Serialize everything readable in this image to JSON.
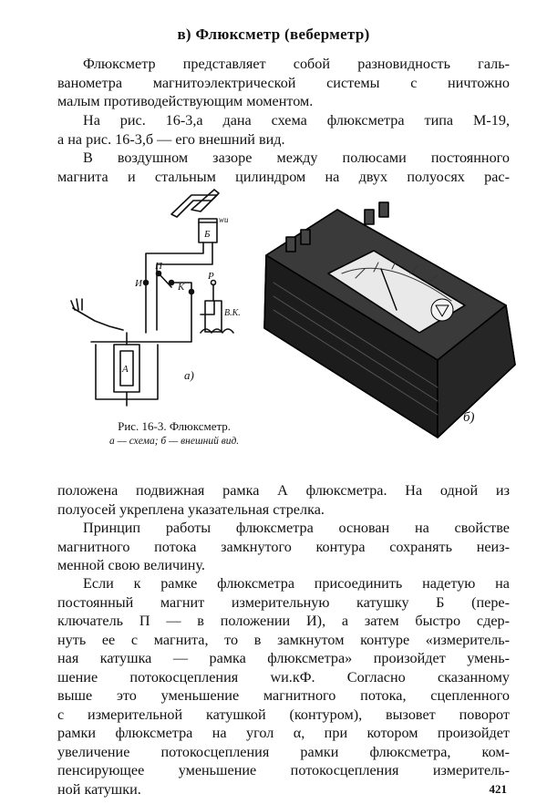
{
  "title": "в) Флюксметр (веберметр)",
  "p1": [
    "Флюксметр представляет собой разновидность галь-",
    "ванометра магнитоэлектрической системы с ничтожно",
    "малым противодействующим моментом."
  ],
  "p2": [
    "На рис. 16-3,а дана схема флюксметра типа М-19,",
    "а на рис. 16-3,б — его внешний вид."
  ],
  "p3": [
    "В воздушном зазоре между полюсами постоянного",
    "магнита и стальным цилиндром на двух полуосях рас-"
  ],
  "figure": {
    "labels": {
      "B": "Б",
      "w": "wи",
      "P": "П",
      "I": "И",
      "K": "К",
      "R": "Р",
      "VK": "В.К.",
      "A": "А",
      "a": "а)",
      "b": "б)"
    },
    "caption_title": "Рис. 16-3. Флюксметр.",
    "caption_sub": "а — схема; б — внешний вид."
  },
  "p4": [
    "положена подвижная рамка А флюксметра. На одной из",
    "полуосей укреплена указательная стрелка."
  ],
  "p5": [
    "Принцип работы флюксметра основан на свойстве",
    "магнитного потока замкнутого контура сохранять неиз-",
    "менной свою величину."
  ],
  "p6": [
    "Если к рамке флюксметра присоединить надетую на",
    "постоянный магнит измерительную катушку Б (пере-",
    "ключатель П — в положении И), а затем быстро сдер-",
    "нуть ее с магнита, то в замкнутом контуре «измеритель-",
    "ная катушка — рамка флюксметра» произойдет умень-",
    "шение потокосцепления wи.кФ. Согласно сказанному",
    "выше это уменьшение магнитного потока, сцепленного",
    "с измерительной катушкой (контуром), вызовет поворот",
    "рамки флюксметра на угол α, при котором произойдет",
    "увеличение потокосцепления рамки флюксметра, ком-",
    "пенсирующее уменьшение потокосцепления измеритель-",
    "ной катушки."
  ],
  "page_number": "421"
}
